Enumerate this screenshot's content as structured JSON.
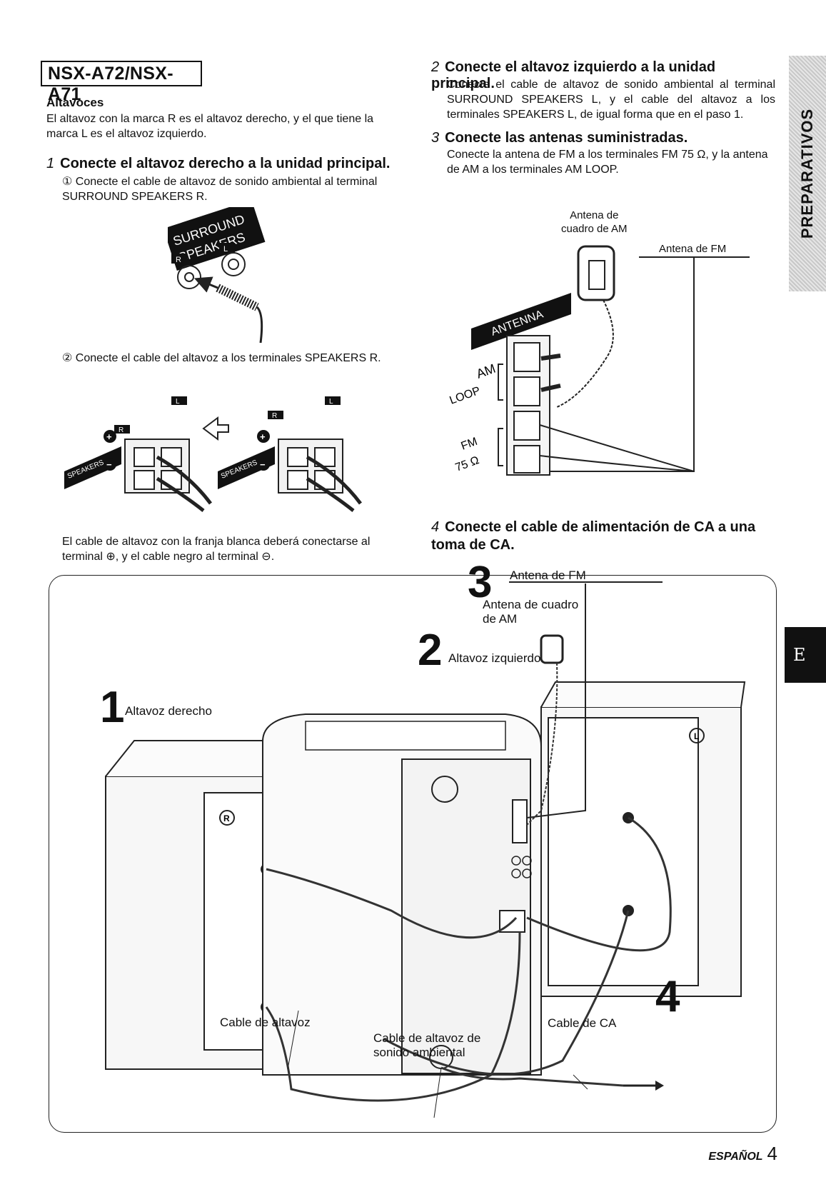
{
  "model": "NSX-A72/NSX-A71",
  "speakers": {
    "heading": "Altavoces",
    "text": "El altavoz con la marca R es el altavoz derecho, y el que tiene la marca L es el altavoz izquierdo."
  },
  "step1": {
    "num": "1",
    "title": "Conecte el altavoz derecho a la unidad principal.",
    "sub1_marker": "①",
    "sub1": "Conecte el cable de altavoz de sonido ambiental al terminal SURROUND SPEAKERS R.",
    "sub2_marker": "②",
    "sub2": "Conecte el cable del altavoz a los terminales SPEAKERS R.",
    "note_line1": "El cable de altavoz con la franja blanca deberá conectarse al",
    "note_line2": "terminal ⊕, y el cable negro al terminal ⊖."
  },
  "step2": {
    "num": "2",
    "title": "Conecte el altavoz izquierdo a la unidad principal.",
    "text": "Conecte el cable de altavoz de sonido ambiental al terminal SURROUND SPEAKERS L, y el cable del altavoz a los terminales SPEAKERS L, de igual forma que en el paso 1."
  },
  "step3": {
    "num": "3",
    "title": "Conecte las antenas suministradas.",
    "text": "Conecte la antena de FM a los terminales FM 75 Ω, y la antena de AM a los terminales AM LOOP."
  },
  "step4": {
    "num": "4",
    "title": "Conecte el cable de alimentación de CA a una toma de CA."
  },
  "figure1": {
    "surround": "SURROUND",
    "speakers": "SPEAKERS",
    "r": "R",
    "l": "L"
  },
  "figure2": {
    "speakers": "SPEAKERS",
    "r": "R",
    "l": "L",
    "plus": "+",
    "minus": "−"
  },
  "antenna_fig": {
    "am_label_1": "Antena de",
    "am_label_2": "cuadro de AM",
    "fm_label": "Antena de FM",
    "antenna": "ANTENNA",
    "am": "AM",
    "loop": "LOOP",
    "fm": "FM",
    "ohm": "75 Ω"
  },
  "main_diagram": {
    "n1": "1",
    "n2": "2",
    "n3": "3",
    "n4": "4",
    "right_speaker": "Altavoz derecho",
    "left_speaker": "Altavoz izquierdo",
    "fm_antenna": "Antena de FM",
    "am_antenna_1": "Antena de cuadro",
    "am_antenna_2": "de AM",
    "speaker_cable": "Cable de altavoz",
    "surround_cable_1": "Cable de altavoz de",
    "surround_cable_2": "sonido ambiental",
    "ac_cable": "Cable de CA",
    "r_mark": "R",
    "l_mark": "L"
  },
  "side_tab": "PREPARATIVOS",
  "lang_tab": "E",
  "footer": {
    "lang": "ESPAÑOL",
    "page": "4"
  }
}
